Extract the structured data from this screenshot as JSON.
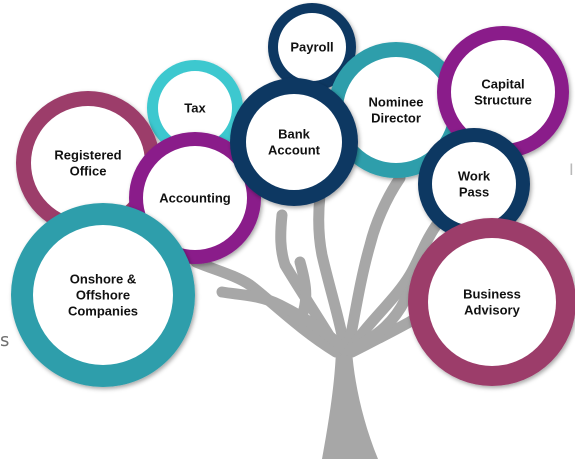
{
  "colors": {
    "trunk": "#a7a7a7",
    "teal": "#2f9eab",
    "maroon": "#9c3d6b",
    "purple": "#8a1c8a",
    "navy": "#0f3762",
    "cyan": "#3ec8cf",
    "ring_shadow": "#6b6b6b"
  },
  "nodes": [
    {
      "id": "payroll",
      "label": [
        "Payroll"
      ],
      "color": "navy"
    },
    {
      "id": "tax",
      "label": [
        "Tax"
      ],
      "color": "cyan"
    },
    {
      "id": "nominee",
      "label": [
        "Nominee",
        "Director"
      ],
      "color": "teal"
    },
    {
      "id": "capital",
      "label": [
        "Capital",
        "Structure"
      ],
      "color": "purple"
    },
    {
      "id": "registered",
      "label": [
        "Registered",
        "Office"
      ],
      "color": "maroon"
    },
    {
      "id": "accounting",
      "label": [
        "Accounting"
      ],
      "color": "purple"
    },
    {
      "id": "bank",
      "label": [
        "Bank",
        "Account"
      ],
      "color": "navy"
    },
    {
      "id": "workpass",
      "label": [
        "Work",
        "Pass"
      ],
      "color": "navy"
    },
    {
      "id": "onshore",
      "label": [
        "Onshore &",
        "Offshore",
        "Companies"
      ],
      "color": "teal"
    },
    {
      "id": "business",
      "label": [
        "Business",
        "Advisory"
      ],
      "color": "maroon"
    }
  ],
  "edge_text_left": "s",
  "edge_text_right": "I"
}
